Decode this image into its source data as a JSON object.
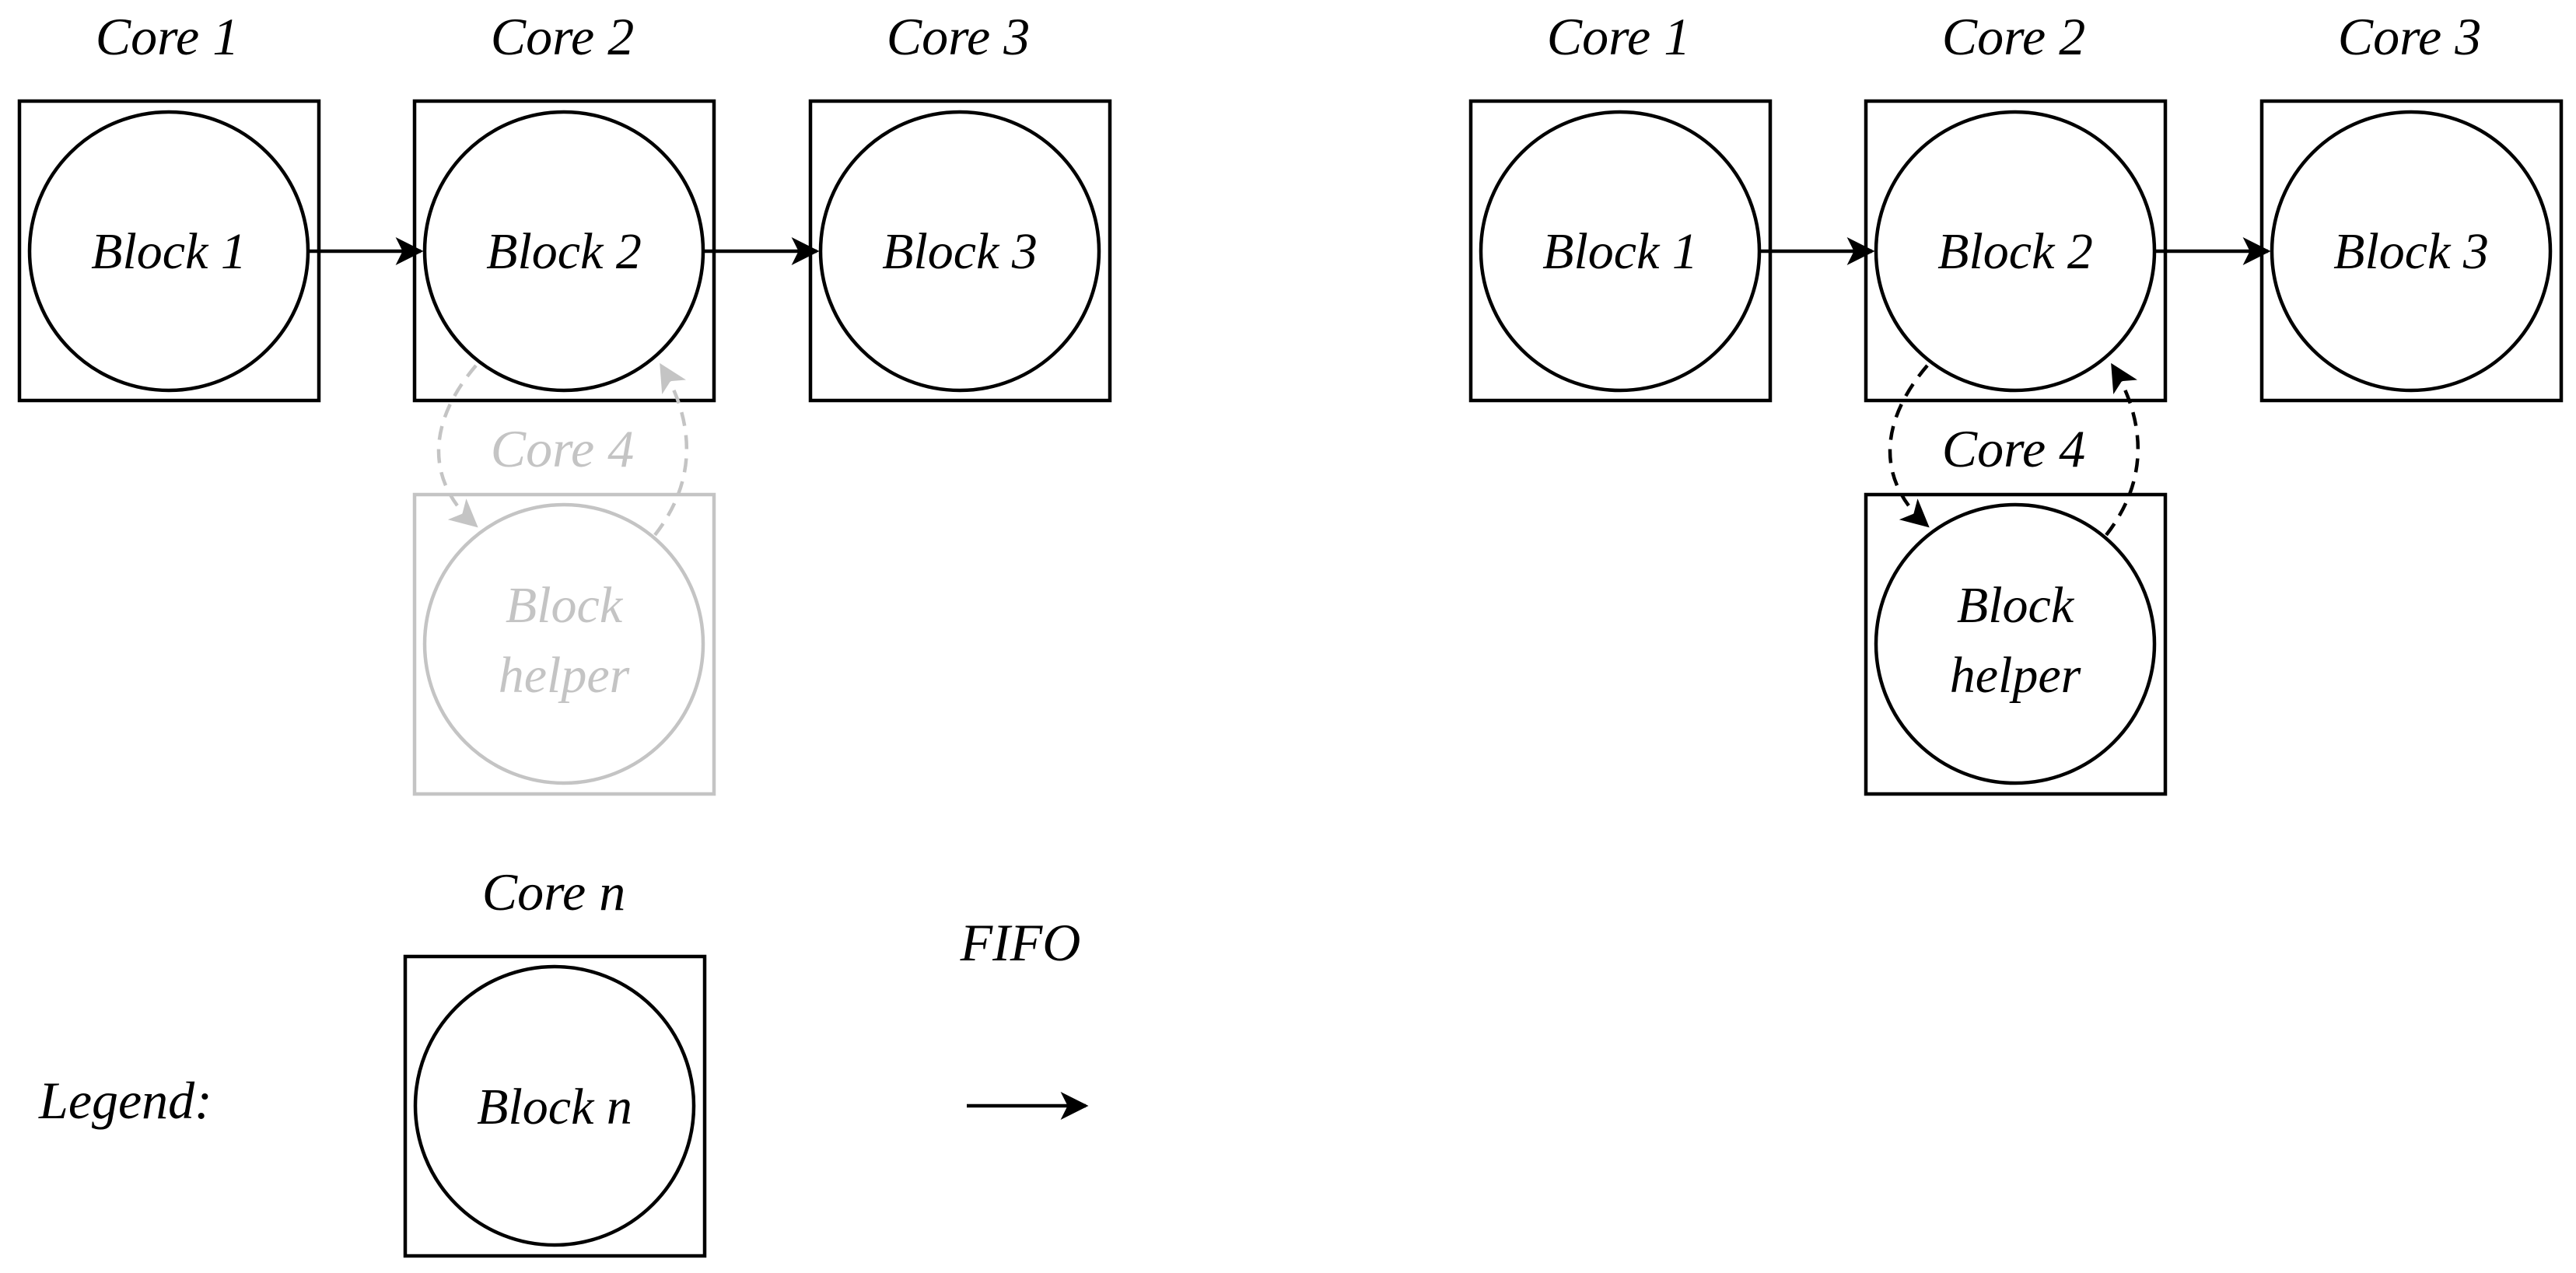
{
  "colors": {
    "ink": "#000000",
    "faded": "#c4c4c4",
    "background": "#ffffff"
  },
  "left": {
    "cores": [
      {
        "core_label": "Core 1",
        "block_label": "Block 1"
      },
      {
        "core_label": "Core 2",
        "block_label": "Block 2"
      },
      {
        "core_label": "Core 3",
        "block_label": "Block 3"
      }
    ],
    "helper": {
      "core_label": "Core 4",
      "block_line1": "Block",
      "block_line2": "helper",
      "state": "faded"
    }
  },
  "right": {
    "cores": [
      {
        "core_label": "Core 1",
        "block_label": "Block 1"
      },
      {
        "core_label": "Core 2",
        "block_label": "Block 2"
      },
      {
        "core_label": "Core 3",
        "block_label": "Block 3"
      }
    ],
    "helper": {
      "core_label": "Core 4",
      "block_line1": "Block",
      "block_line2": "helper",
      "state": "active"
    }
  },
  "legend": {
    "title": "Legend:",
    "core_label": "Core n",
    "block_label": "Block n",
    "fifo_label": "FIFO"
  }
}
